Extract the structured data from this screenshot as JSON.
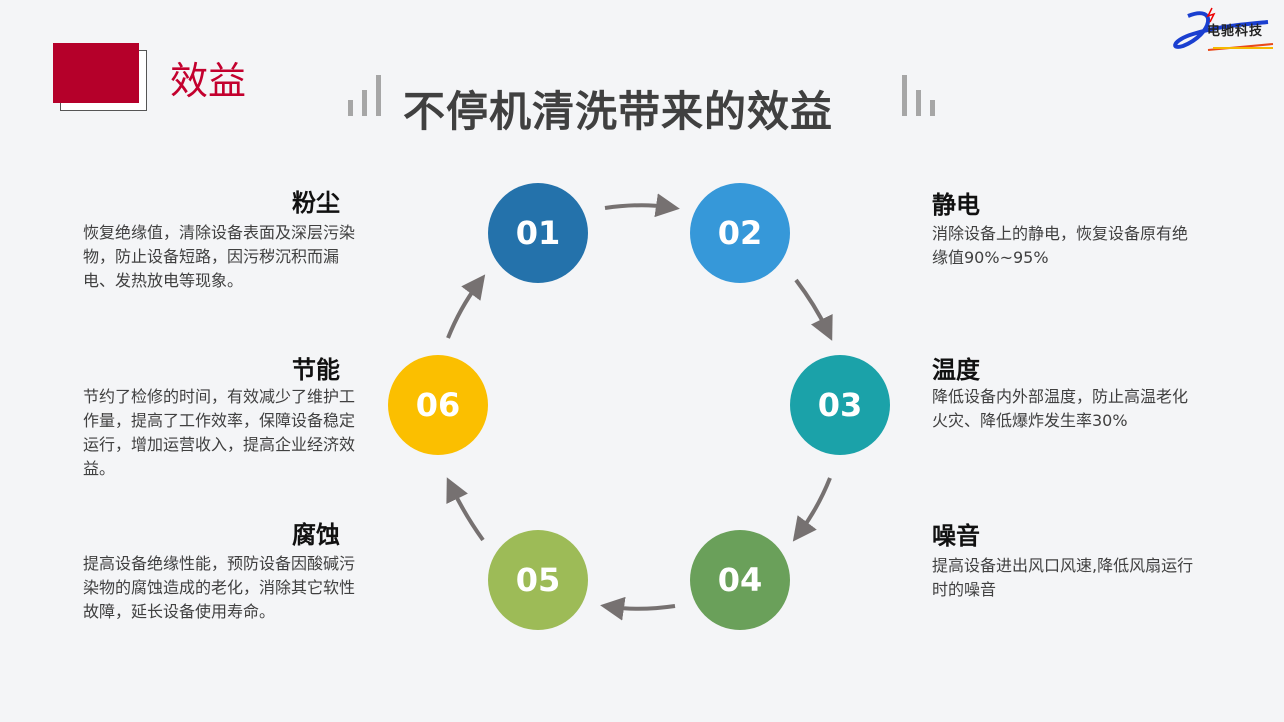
{
  "header": {
    "section": "效益",
    "title": "不停机清洗带来的效益",
    "logo_text": "电驰科技"
  },
  "colors": {
    "accent": "#b5002a",
    "c01": "#2472ab",
    "c02": "#3698d9",
    "c03": "#1ba2a9",
    "c04": "#6aa05a",
    "c05": "#9dbb57",
    "c06": "#fbbf00"
  },
  "steps": [
    {
      "num": "01",
      "title": "粉尘",
      "text": "恢复绝缘值，清除设备表面及深层污染物，防止设备短路，因污秽沉积而漏电、发热放电等现象。"
    },
    {
      "num": "02",
      "title": "静电",
      "text": "消除设备上的静电，恢复设备原有绝缘值90%~95%"
    },
    {
      "num": "03",
      "title": "温度",
      "text": "降低设备内外部温度，防止高温老化火灾、降低爆炸发生率30%"
    },
    {
      "num": "04",
      "title": "噪音",
      "text": "提高设备进出风口风速,降低风扇运行时的噪音"
    },
    {
      "num": "05",
      "title": "腐蚀",
      "text": "提高设备绝缘性能，预防设备因酸碱污染物的腐蚀造成的老化，消除其它软性故障，延长设备使用寿命。"
    },
    {
      "num": "06",
      "title": "节能",
      "text": "节约了检修的时间，有效减少了维护工作量，提高了工作效率，保障设备稳定运行，增加运营收入，提高企业经济效益。"
    }
  ]
}
